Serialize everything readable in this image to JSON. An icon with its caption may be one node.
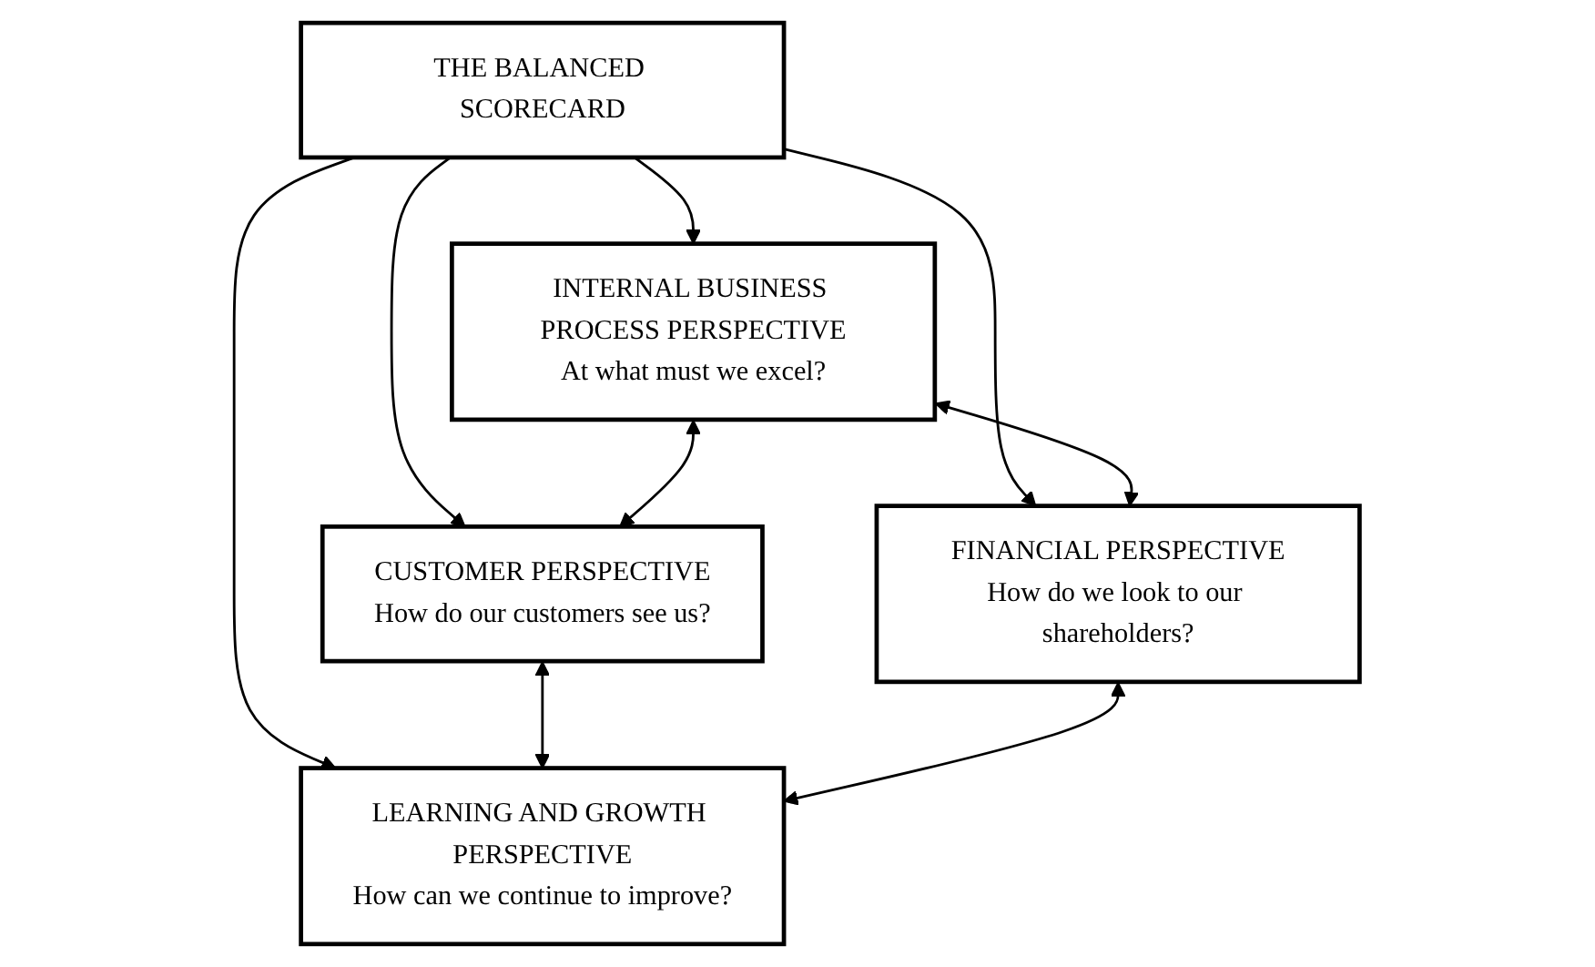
{
  "diagram": {
    "nodes": [
      {
        "text": [
          "INTERNAL BUSINESS PROCESS PERSPECTIVE",
          "At what must we excel?"
        ]
      },
      {
        "text": [
          "CUSTOMER PERSPECTIVE",
          "How do our customers see us?"
        ]
      },
      {
        "text": [
          "THE BALANCED SCORECARD"
        ]
      },
      {
        "text": [
          "FINANCIAL PERSPECTIVE",
          "How do we look to our shareholders?"
        ]
      },
      {
        "text": [
          "LEARNING AND GROWTH PERSPECTIVE",
          "How can we continue to improve?"
        ]
      }
    ],
    "edges": [
      {
        "from": 2,
        "to": 0,
        "arrow": "to"
      },
      {
        "from": 2,
        "to": 1,
        "arrow": "to"
      },
      {
        "from": 2,
        "to": 3,
        "arrow": "to"
      },
      {
        "from": 2,
        "to": 4,
        "arrow": "to"
      },
      {
        "from": 0,
        "to": 1,
        "arrow": "both"
      },
      {
        "from": 0,
        "to": 3,
        "arrow": "both"
      },
      {
        "from": 1,
        "to": 4,
        "arrow": "both"
      },
      {
        "from": 3,
        "to": 4,
        "arrow": "both"
      }
    ]
  }
}
